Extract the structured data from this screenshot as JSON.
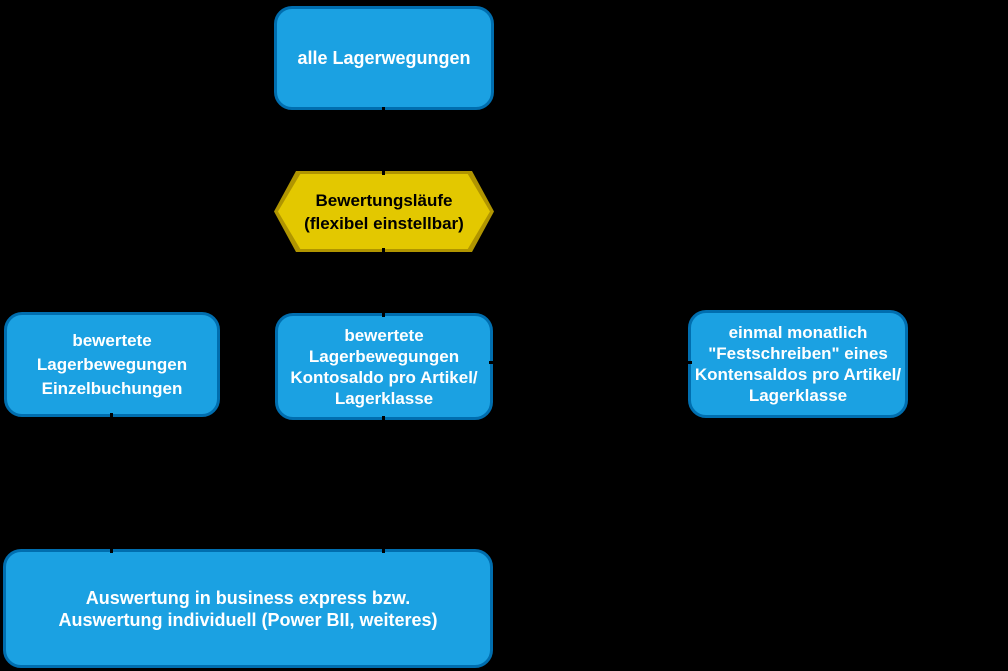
{
  "diagram": {
    "background": "#000000",
    "colors": {
      "process_fill": "#1BA1E2",
      "process_border": "#006EAF",
      "process_text": "#FFFFFF",
      "decision_fill": "#E3C800",
      "decision_border": "#B09500",
      "decision_text": "#000000",
      "connector": "#000000"
    },
    "nodes": {
      "all_movements": {
        "shape": "rounded-rect",
        "lines": [
          "alle Lagerwegungen"
        ]
      },
      "valuation_runs": {
        "shape": "hexagon",
        "lines": [
          "Bewertungsläufe",
          "(flexibel einstellbar)"
        ]
      },
      "valued_single_bookings": {
        "shape": "rounded-rect",
        "lines": [
          "bewertete",
          "Lagerbewegungen",
          "Einzelbuchungen"
        ]
      },
      "valued_account_balance": {
        "shape": "rounded-rect",
        "lines": [
          "bewertete",
          "Lagerbewegungen",
          "Kontosaldo pro Artikel/",
          "Lagerklasse"
        ]
      },
      "monthly_freeze": {
        "shape": "rounded-rect",
        "lines": [
          "einmal monatlich",
          "\"Festschreiben\" eines",
          "Kontensaldos pro Artikel/",
          "Lagerklasse"
        ]
      },
      "evaluation": {
        "shape": "rounded-rect",
        "lines": [
          "Auswertung in business express bzw.",
          "Auswertung individuell (Power BII, weiteres)"
        ]
      }
    }
  }
}
